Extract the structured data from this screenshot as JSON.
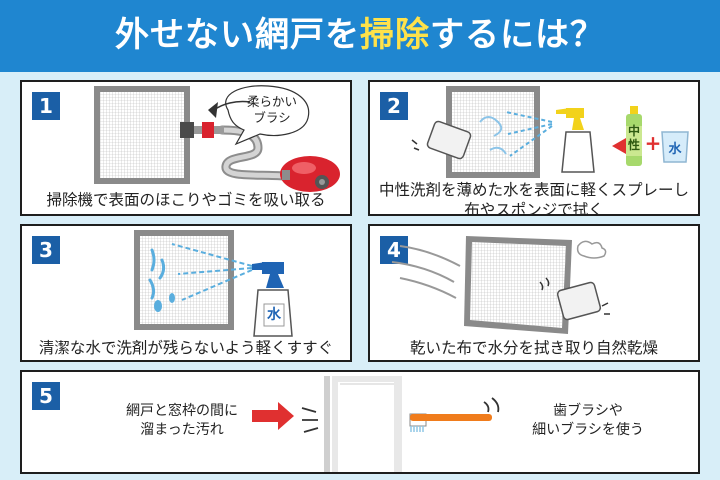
{
  "header": {
    "title_prefix": "外せない網戸を",
    "title_highlight": "掃除",
    "title_suffix": "するには？"
  },
  "steps": [
    {
      "number": "1",
      "caption": "掃除機で表面のほこりやゴミを吸い取る",
      "bubble_line1": "柔らかい",
      "bubble_line2": "ブラシ"
    },
    {
      "number": "2",
      "caption_line1": "中性洗剤を薄めた水を表面に軽くスプレーし",
      "caption_line2": "布やスポンジで拭く",
      "bottle_label": "中性",
      "plus": "+",
      "cup_label": "水"
    },
    {
      "number": "3",
      "caption": "清潔な水で洗剤が残らないよう軽くすすぐ",
      "bottle_label": "水"
    },
    {
      "number": "4",
      "caption": "乾いた布で水分を拭き取り自然乾燥"
    },
    {
      "number": "5",
      "left_line1": "網戸と窓枠の間に",
      "left_line2": "溜まった汚れ",
      "right_line1": "歯ブラシや",
      "right_line2": "細いブラシを使う"
    }
  ],
  "colors": {
    "banner": "#1f86d0",
    "highlight": "#ffe24a",
    "step_number_bg": "#1b5fa6",
    "arrow_red": "#e03030",
    "vacuum_red": "#d9232e",
    "spray_yellow": "#f2d21b",
    "spray_blue": "#1f64b4",
    "toothbrush_orange": "#f07c1c"
  }
}
